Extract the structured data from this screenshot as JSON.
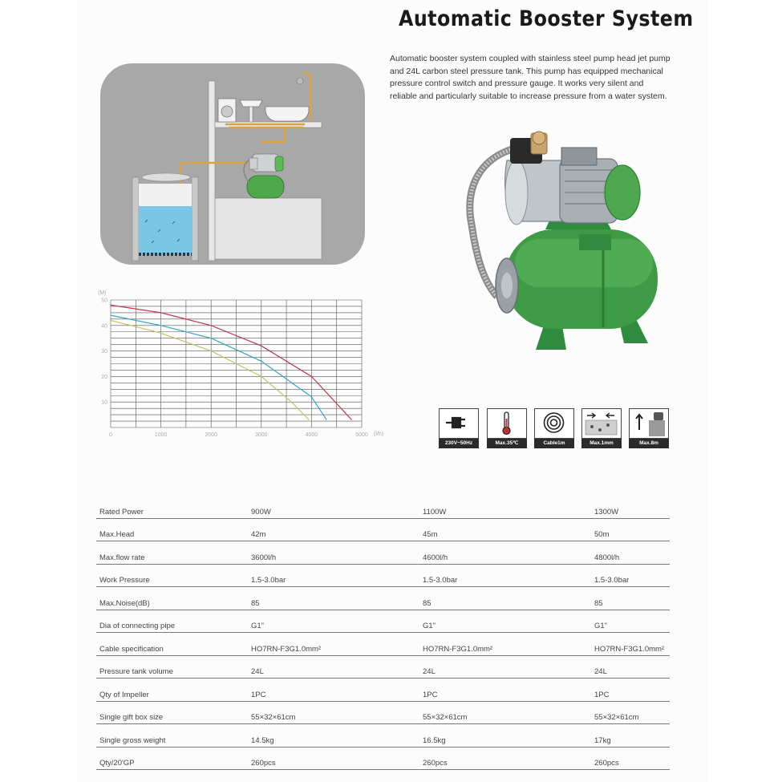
{
  "title": "Automatic Booster System",
  "description": "Automatic booster system coupled with stainless steel pump head  jet pump and 24L carbon steel pressure tank. This pump has equipped mechanical pressure control switch and pressure gauge.  It works very silent and reliable and particularly suitable to increase pressure from a water system.",
  "chart_data": {
    "type": "line",
    "title": "",
    "xlabel": "(l/h)",
    "ylabel": "(M)",
    "xlim": [
      0,
      5000
    ],
    "ylim": [
      0,
      50
    ],
    "x_ticks": [
      "0",
      "1000",
      "2000",
      "3000",
      "4000",
      "5000"
    ],
    "y_ticks": [
      "10",
      "20",
      "30",
      "40",
      "50"
    ],
    "grid": true,
    "series": [
      {
        "color": "#c0394b",
        "points": [
          [
            0,
            48
          ],
          [
            1000,
            45
          ],
          [
            2000,
            40
          ],
          [
            3000,
            32
          ],
          [
            4000,
            20
          ],
          [
            4800,
            3
          ]
        ]
      },
      {
        "color": "#35a6c9",
        "points": [
          [
            0,
            44
          ],
          [
            1000,
            40
          ],
          [
            2000,
            35
          ],
          [
            3000,
            26
          ],
          [
            4000,
            12
          ],
          [
            4300,
            3
          ]
        ]
      },
      {
        "color": "#c4c46a",
        "points": [
          [
            0,
            42
          ],
          [
            1000,
            37
          ],
          [
            2000,
            30
          ],
          [
            3000,
            20
          ],
          [
            3600,
            10
          ],
          [
            3950,
            3
          ]
        ]
      }
    ]
  },
  "icons": [
    {
      "icon": "plug-icon",
      "caption": "230V~50Hz"
    },
    {
      "icon": "thermometer-icon",
      "caption": "Max.35℃"
    },
    {
      "icon": "cable-coil-icon",
      "caption": "Cable1m"
    },
    {
      "icon": "particle-size-icon",
      "caption": "Max.1mm"
    },
    {
      "icon": "suction-depth-icon",
      "caption": "Max.8m"
    }
  ],
  "spec_table": [
    [
      "Rated Power",
      "900W",
      "1100W",
      "1300W"
    ],
    [
      "Max.Head",
      "42m",
      "45m",
      "50m"
    ],
    [
      "Max.flow rate",
      "3600l/h",
      "4600l/h",
      "4800l/h"
    ],
    [
      "Work Pressure",
      "1.5-3.0bar",
      "1.5-3.0bar",
      "1.5-3.0bar"
    ],
    [
      "Max.Noise(dB)",
      "85",
      "85",
      "85"
    ],
    [
      "Dia of connecting pipe",
      "G1\"",
      "G1\"",
      "G1\""
    ],
    [
      "Cable specification",
      "HO7RN-F3G1.0mm²",
      "HO7RN-F3G1.0mm²",
      "HO7RN-F3G1.0mm²"
    ],
    [
      "Pressure tank volume",
      "24L",
      "24L",
      "24L"
    ],
    [
      "Qty of Impeller",
      "1PC",
      "1PC",
      "1PC"
    ],
    [
      "Single gift box size",
      "55×32×61cm",
      "55×32×61cm",
      "55×32×61cm"
    ],
    [
      "Single gross weight",
      "14.5kg",
      "16.5kg",
      "17kg"
    ],
    [
      "Qty/20'GP",
      "260pcs",
      "260pcs",
      "260pcs"
    ]
  ]
}
